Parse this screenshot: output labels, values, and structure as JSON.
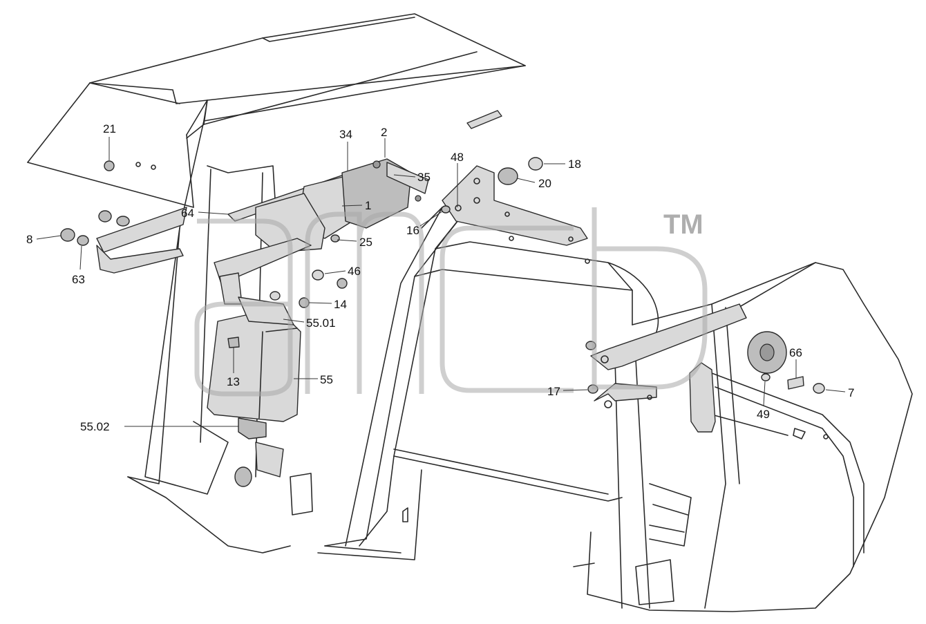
{
  "diagram": {
    "callouts": [
      {
        "id": "c21",
        "text": "21"
      },
      {
        "id": "c34",
        "text": "34"
      },
      {
        "id": "c2",
        "text": "2"
      },
      {
        "id": "c35",
        "text": "35"
      },
      {
        "id": "c48",
        "text": "48"
      },
      {
        "id": "c18",
        "text": "18"
      },
      {
        "id": "c20",
        "text": "20"
      },
      {
        "id": "c64",
        "text": "64"
      },
      {
        "id": "c1",
        "text": "1"
      },
      {
        "id": "c16",
        "text": "16"
      },
      {
        "id": "c8",
        "text": "8"
      },
      {
        "id": "c25",
        "text": "25"
      },
      {
        "id": "c63",
        "text": "63"
      },
      {
        "id": "c46",
        "text": "46"
      },
      {
        "id": "c14",
        "text": "14"
      },
      {
        "id": "c5501",
        "text": "55.01"
      },
      {
        "id": "c13",
        "text": "13"
      },
      {
        "id": "c55",
        "text": "55"
      },
      {
        "id": "c5502",
        "text": "55.02"
      },
      {
        "id": "c66",
        "text": "66"
      },
      {
        "id": "c17",
        "text": "17"
      },
      {
        "id": "c7",
        "text": "7"
      },
      {
        "id": "c49",
        "text": "49"
      }
    ]
  },
  "watermark": {
    "logo_text": "gmcb",
    "trademark": "TM"
  }
}
